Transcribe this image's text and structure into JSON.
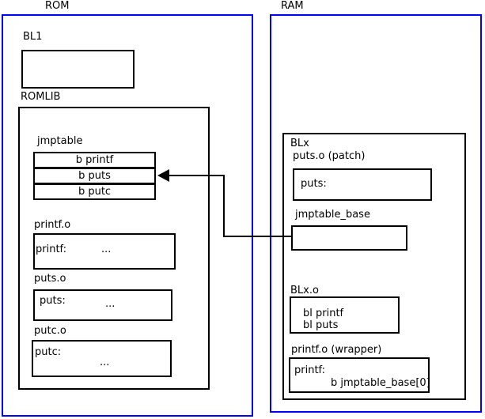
{
  "colors": {
    "frame": "#0000ff",
    "line": "#000000",
    "background": "#ffffff"
  },
  "rom": {
    "label": "ROM",
    "bl1": {
      "label": "BL1"
    },
    "romlib": {
      "label": "ROMLIB",
      "jmptable": {
        "label": "jmptable",
        "rows": [
          "b printf",
          "b puts",
          "b putc"
        ]
      },
      "objects": [
        {
          "label": "printf.o",
          "symbol": "printf:",
          "body": "..."
        },
        {
          "label": "puts.o",
          "symbol": "puts:",
          "body": "..."
        },
        {
          "label": "putc.o",
          "symbol": "putc:",
          "body": "..."
        }
      ]
    }
  },
  "ram": {
    "label": "RAM",
    "blx": {
      "label": "BLx",
      "puts_patch": {
        "label": "puts.o (patch)",
        "symbol": "puts:"
      },
      "jmptable_base": {
        "label": "jmptable_base"
      },
      "blx_o": {
        "label": "BLx.o",
        "lines": [
          "bl printf",
          "bl puts"
        ]
      },
      "printf_wrapper": {
        "label": "printf.o (wrapper)",
        "symbol": "printf:",
        "body": "b jmptable_base[0]"
      }
    }
  },
  "arrow": {
    "from": "jmptable_base",
    "to": "jmptable row b puts"
  }
}
